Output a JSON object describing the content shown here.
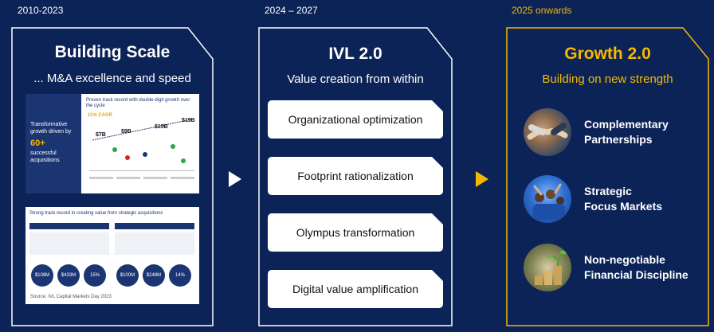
{
  "periods": {
    "p1": "2010-2023",
    "p2": "2024 – 2027",
    "p3": "2025 onwards"
  },
  "scale": {
    "title": "Building Scale",
    "subtitle": "... M&A excellence and speed",
    "slide1": {
      "heading": "Proven track record with double-digit growth over the cycle",
      "left_text": "Transformative growth driven by",
      "big_number": "60+",
      "left_text2": "successful acquisitions",
      "cagr": "11% CAGR",
      "values": [
        "$7B",
        "$9B",
        "$15B",
        "$19B"
      ]
    },
    "slide2": {
      "heading": "Strong track record in creating value from strategic acquisitions",
      "stats": [
        "$108M",
        "$433M",
        "15%",
        "$100M",
        "$248M",
        "14%"
      ]
    },
    "source": "Source: IVL Capital Markets Day 2023"
  },
  "ivl": {
    "title": "IVL 2.0",
    "subtitle": "Value creation from within",
    "items": [
      "Organizational optimization",
      "Footprint rationalization",
      "Olympus transformation",
      "Digital value amplification"
    ]
  },
  "growth": {
    "title": "Growth 2.0",
    "subtitle": "Building on new strength",
    "items": [
      "Complementary\nPartnerships",
      "Strategic\nFocus Markets",
      "Non-negotiable\nFinancial Discipline"
    ]
  },
  "colors": {
    "background": "#0c2358",
    "gold": "#f5b800",
    "white": "#ffffff"
  }
}
